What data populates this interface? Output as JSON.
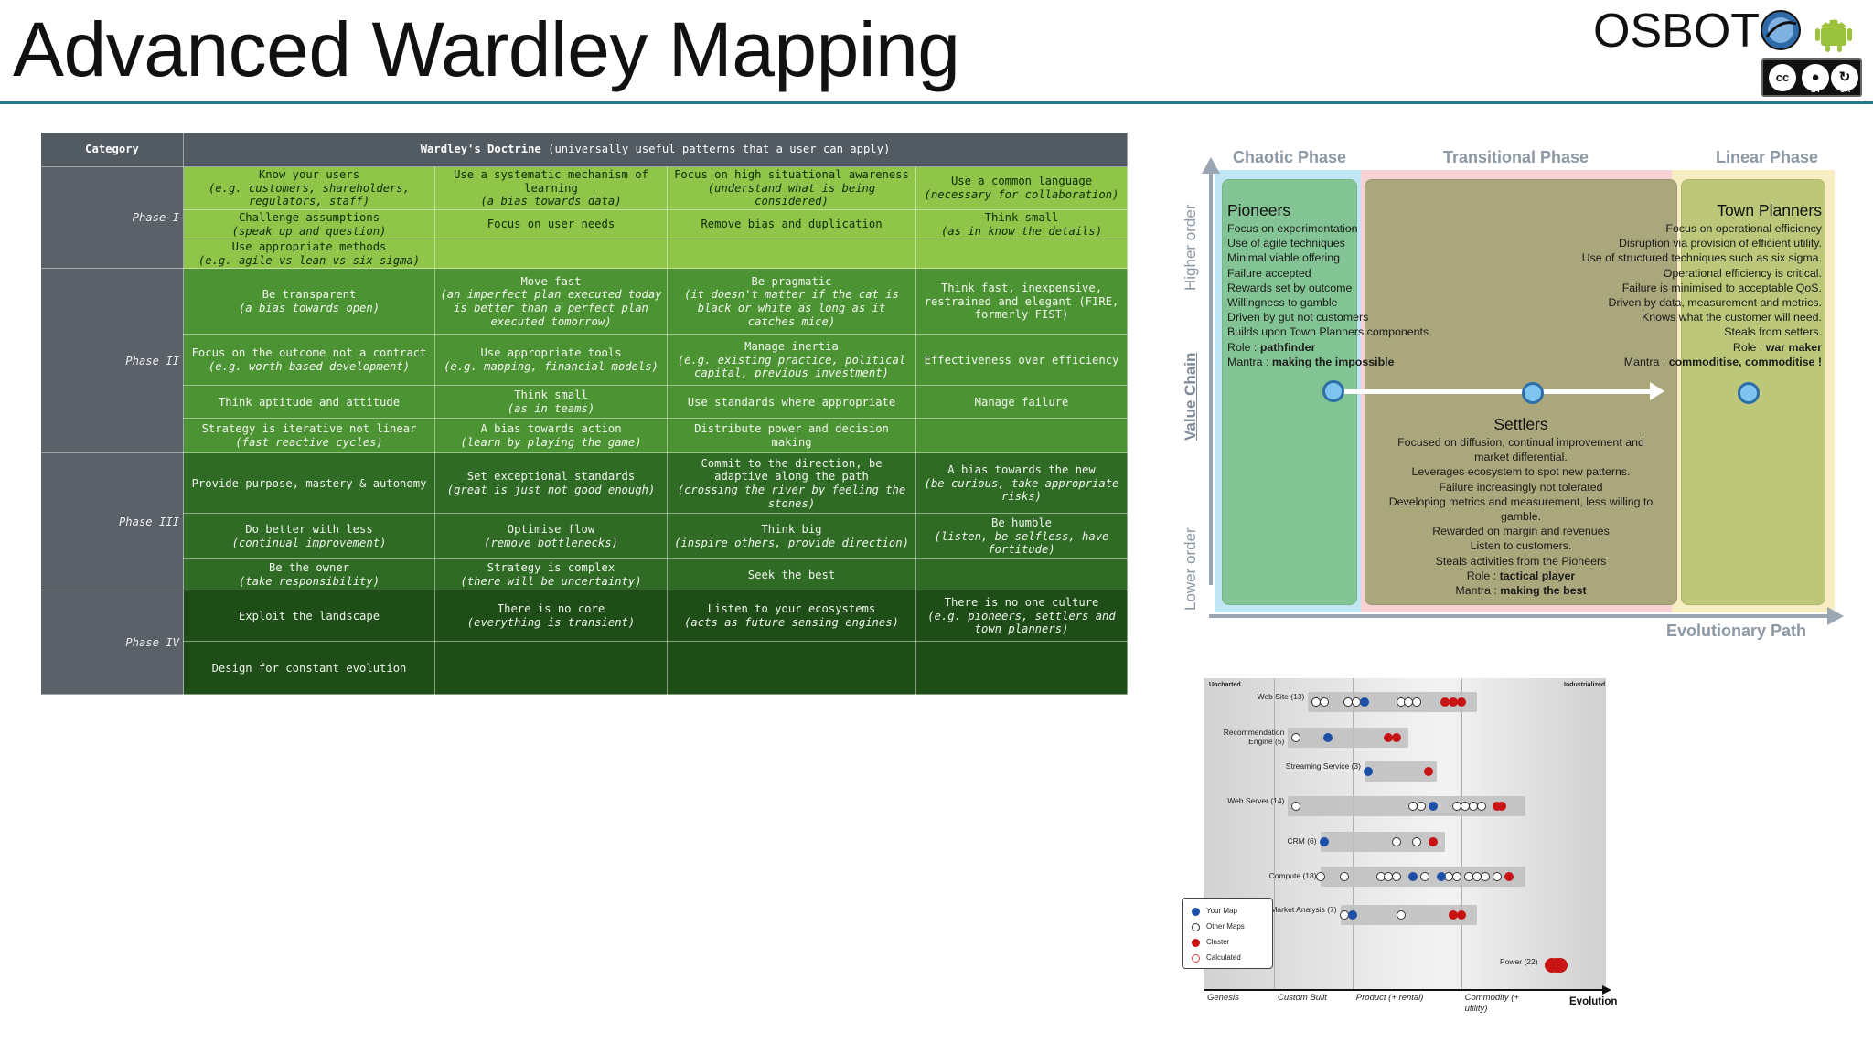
{
  "header": {
    "title": "Advanced Wardley Mapping",
    "brand": "OSBOT",
    "license": {
      "cc": "cc",
      "by": "BY",
      "sa": "SA"
    }
  },
  "doctrine": {
    "col_category": "Category",
    "col_doctrine": "Wardley's Doctrine",
    "col_doctrine_note": "(universally useful patterns that a user can apply)",
    "phases": [
      {
        "label": "Phase I",
        "rows": [
          [
            {
              "text": "Know your users",
              "note": "(e.g. customers, shareholders, regulators, staff)"
            },
            {
              "text": "Use a systematic mechanism of learning",
              "note": "(a bias towards data)"
            },
            {
              "text": "Focus on high situational awareness",
              "note": "(understand what is being considered)"
            },
            {
              "text": "Use a common language",
              "note": "(necessary for collaboration)"
            }
          ],
          [
            {
              "text": "Challenge assumptions",
              "note": "(speak up and question)"
            },
            {
              "text": "Focus on user needs",
              "note": ""
            },
            {
              "text": "Remove bias and duplication",
              "note": ""
            },
            {
              "text": "Think small",
              "note": "(as in know the details)"
            }
          ],
          [
            {
              "text": "Use appropriate methods",
              "note": "(e.g. agile vs lean vs six sigma)"
            },
            {
              "text": "",
              "note": ""
            },
            {
              "text": "",
              "note": ""
            },
            {
              "text": "",
              "note": ""
            }
          ]
        ]
      },
      {
        "label": "Phase II",
        "rows": [
          [
            {
              "text": "Be transparent",
              "note": "(a bias towards open)"
            },
            {
              "text": "Move fast",
              "note": "(an imperfect plan executed today is better than a perfect plan executed tomorrow)"
            },
            {
              "text": "Be pragmatic",
              "note": "(it doesn't matter if the cat is black or white as long as it catches mice)"
            },
            {
              "text": "Think fast, inexpensive, restrained and elegant (FIRE, formerly FIST)",
              "note": ""
            }
          ],
          [
            {
              "text": "Focus on the outcome not a contract",
              "note": "(e.g. worth based development)"
            },
            {
              "text": "Use appropriate tools",
              "note": "(e.g. mapping, financial models)"
            },
            {
              "text": "Manage inertia",
              "note": "(e.g. existing practice, political capital, previous investment)"
            },
            {
              "text": "Effectiveness over efficiency",
              "note": ""
            }
          ],
          [
            {
              "text": "Think aptitude and attitude",
              "note": ""
            },
            {
              "text": "Think small",
              "note": "(as in teams)"
            },
            {
              "text": "Use standards where appropriate",
              "note": ""
            },
            {
              "text": "Manage failure",
              "note": ""
            }
          ],
          [
            {
              "text": "Strategy is iterative not linear",
              "note": "(fast reactive cycles)"
            },
            {
              "text": "A bias towards action",
              "note": "(learn by playing the game)"
            },
            {
              "text": "Distribute power and decision making",
              "note": ""
            },
            {
              "text": "",
              "note": ""
            }
          ]
        ]
      },
      {
        "label": "Phase III",
        "rows": [
          [
            {
              "text": "Provide purpose, mastery & autonomy",
              "note": ""
            },
            {
              "text": "Set exceptional standards",
              "note": "(great is just not good enough)"
            },
            {
              "text": "Commit to the direction, be adaptive along the path",
              "note": "(crossing the river by feeling the stones)"
            },
            {
              "text": "A bias towards the new",
              "note": "(be curious, take appropriate risks)"
            }
          ],
          [
            {
              "text": "Do better with less",
              "note": "(continual improvement)"
            },
            {
              "text": "Optimise flow",
              "note": "(remove bottlenecks)"
            },
            {
              "text": "Think big",
              "note": "(inspire others, provide direction)"
            },
            {
              "text": "Be humble",
              "note": "(listen, be selfless, have fortitude)"
            }
          ],
          [
            {
              "text": "Be the owner",
              "note": "(take responsibility)"
            },
            {
              "text": "Strategy is complex",
              "note": "(there will be uncertainty)"
            },
            {
              "text": "Seek the best",
              "note": ""
            },
            {
              "text": "",
              "note": ""
            }
          ]
        ]
      },
      {
        "label": "Phase IV",
        "rows": [
          [
            {
              "text": "Exploit the landscape",
              "note": ""
            },
            {
              "text": "There is no core",
              "note": "(everything is transient)"
            },
            {
              "text": "Listen to your ecosystems",
              "note": "(acts as future sensing engines)"
            },
            {
              "text": "There is no one culture",
              "note": "(e.g. pioneers, settlers and town planners)"
            }
          ],
          [
            {
              "text": "Design for constant evolution",
              "note": ""
            },
            {
              "text": "",
              "note": ""
            },
            {
              "text": "",
              "note": ""
            },
            {
              "text": "",
              "note": ""
            }
          ]
        ]
      }
    ]
  },
  "phases_diagram": {
    "phase_titles": {
      "chaotic": "Chaotic Phase",
      "transitional": "Transitional Phase",
      "linear": "Linear Phase"
    },
    "axis": {
      "higher": "Higher order",
      "value_chain": "Value Chain",
      "lower": "Lower order",
      "evolution": "Evolutionary Path"
    },
    "pioneers": {
      "title": "Pioneers",
      "lines": [
        "Focus on experimentation",
        "Use of agile techniques",
        "Minimal viable offering",
        "Failure accepted",
        "Rewards set by outcome",
        "Willingness to gamble",
        "Driven by gut not customers",
        "Builds upon Town Planners components"
      ],
      "role_label": "Role : ",
      "role": "pathfinder",
      "mantra_label": "Mantra : ",
      "mantra": "making the impossible"
    },
    "planners": {
      "title": "Town Planners",
      "lines": [
        "Focus on operational efficiency",
        "Disruption via provision of efficient utility.",
        "Use of structured techniques such as six sigma.",
        "Operational efficiency is critical.",
        "Failure is minimised to acceptable QoS.",
        "Driven by data, measurement and metrics.",
        "Knows what the customer will need.",
        "Steals from setters."
      ],
      "role_label": "Role : ",
      "role": "war maker",
      "mantra_label": "Mantra : ",
      "mantra": "commoditise, commoditise !"
    },
    "settlers": {
      "title": "Settlers",
      "lines": [
        "Focused on diffusion, continual improvement and",
        "market differential.",
        "Leverages ecosystem to spot new patterns.",
        "Failure increasingly not tolerated",
        "Developing metrics and measurement, less willing to",
        "gamble.",
        "Rewarded on margin and revenues",
        "Listen to customers.",
        "Steals activities from the Pioneers"
      ],
      "role_label": "Role : ",
      "role": "tactical player",
      "mantra_label": "Mantra : ",
      "mantra": "making the best"
    }
  },
  "chart_data": {
    "type": "scatter",
    "title": "",
    "corner_labels": {
      "left": "Uncharted",
      "right": "Industrialized"
    },
    "x_stages": [
      "Genesis",
      "Custom Built",
      "Product (+ rental)",
      "Commodity (+ utility)"
    ],
    "xlabel": "Evolution",
    "xlim": [
      0,
      100
    ],
    "legend": {
      "placement": "bottom-left",
      "entries": [
        {
          "key": "your",
          "label": "Your Map",
          "color": "#1e4fa8"
        },
        {
          "key": "other",
          "label": "Other Maps",
          "color": "#ffffff"
        },
        {
          "key": "cluster",
          "label": "Cluster",
          "color": "#c81414"
        },
        {
          "key": "calc",
          "label": "Calculated",
          "color": "#ffffff"
        }
      ]
    },
    "rows": [
      {
        "name": "Web Site (13)",
        "bar": [
          26,
          68
        ],
        "your": [
          40
        ],
        "other": [
          28,
          30,
          36,
          38,
          49,
          51,
          53
        ],
        "cluster": [
          60,
          62,
          64
        ],
        "calc": []
      },
      {
        "name": "Recommendation Engine (5)",
        "bar": [
          21,
          51
        ],
        "your": [
          31
        ],
        "other": [
          23
        ],
        "cluster": [
          46,
          48
        ],
        "calc": []
      },
      {
        "name": "Streaming Service (3)",
        "bar": [
          40,
          58
        ],
        "your": [
          41
        ],
        "other": [],
        "cluster": [
          56
        ],
        "calc": []
      },
      {
        "name": "Web Server (14)",
        "bar": [
          21,
          80
        ],
        "your": [
          57
        ],
        "other": [
          23,
          52,
          54,
          63,
          65,
          67,
          69
        ],
        "cluster": [
          73,
          74
        ],
        "calc": []
      },
      {
        "name": "CRM (6)",
        "bar": [
          29,
          60
        ],
        "your": [
          30
        ],
        "other": [
          48,
          53
        ],
        "cluster": [
          57
        ],
        "calc": []
      },
      {
        "name": "Compute (18)",
        "bar": [
          29,
          80
        ],
        "your": [
          52,
          59
        ],
        "other": [
          29,
          35,
          44,
          46,
          48,
          55,
          61,
          63,
          66,
          68,
          70,
          73
        ],
        "cluster": [
          76
        ],
        "calc": []
      },
      {
        "name": "Market Analysis (7)",
        "bar": [
          34,
          68
        ],
        "your": [
          37
        ],
        "other": [
          35,
          49
        ],
        "cluster": [
          62,
          64
        ],
        "calc": []
      },
      {
        "name": "Power (22)",
        "bar": [],
        "your": [],
        "other": [],
        "cluster": [
          86,
          87,
          88
        ],
        "calc": []
      }
    ]
  }
}
